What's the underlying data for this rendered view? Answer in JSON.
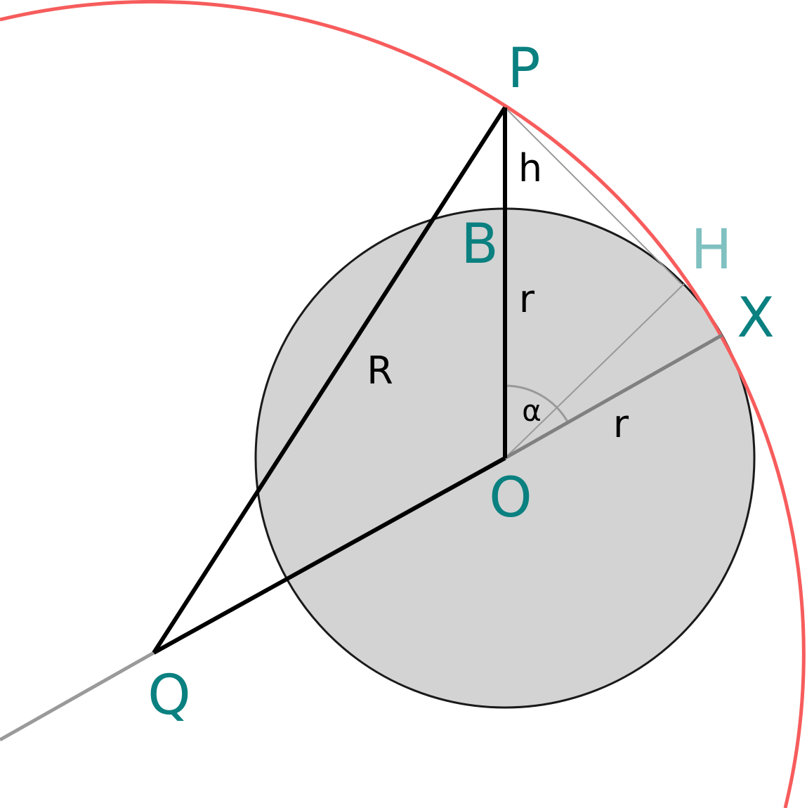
{
  "colors": {
    "point_label": "#0a8080",
    "point_label_light": "#80c0c0",
    "circle_fill": "#d3d3d3",
    "circle_stroke": "#1a1a1a",
    "big_arc": "#f75c5c",
    "thick_line": "#000000",
    "ray_gray": "#9a9a9a",
    "radius_gray": "#808080",
    "thin_gray": "#999999"
  },
  "points": {
    "P": "P",
    "B": "B",
    "H": "H",
    "X": "X",
    "O": "O",
    "Q": "Q"
  },
  "segments": {
    "h": "h",
    "r_vertical": "r",
    "R": "R",
    "r_slanted": "r"
  },
  "angle": {
    "alpha": "α"
  }
}
